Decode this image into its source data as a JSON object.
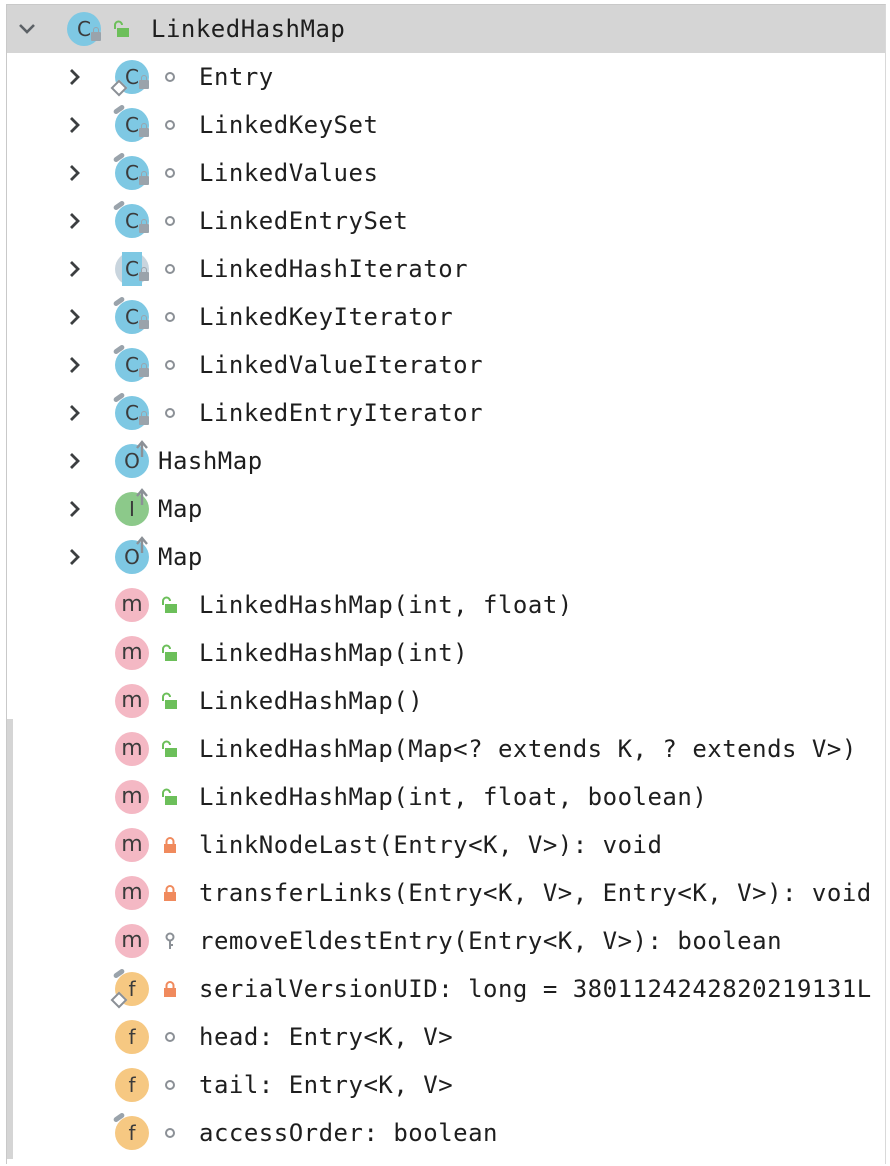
{
  "tree": {
    "root": {
      "label": "LinkedHashMap",
      "kind": "class",
      "letter": "C",
      "visibility": "public",
      "expanded": true
    },
    "rows": [
      {
        "label": "Entry",
        "kind": "class",
        "letter": "C",
        "visibility": "package",
        "expandable": true,
        "static": true
      },
      {
        "label": "LinkedKeySet",
        "kind": "class",
        "letter": "C",
        "visibility": "package",
        "expandable": true,
        "final": true
      },
      {
        "label": "LinkedValues",
        "kind": "class",
        "letter": "C",
        "visibility": "package",
        "expandable": true,
        "final": true
      },
      {
        "label": "LinkedEntrySet",
        "kind": "class",
        "letter": "C",
        "visibility": "package",
        "expandable": true,
        "final": true
      },
      {
        "label": "LinkedHashIterator",
        "kind": "abstract-class",
        "letter": "C",
        "visibility": "package",
        "expandable": true
      },
      {
        "label": "LinkedKeyIterator",
        "kind": "class",
        "letter": "C",
        "visibility": "package",
        "expandable": true,
        "final": true
      },
      {
        "label": "LinkedValueIterator",
        "kind": "class",
        "letter": "C",
        "visibility": "package",
        "expandable": true,
        "final": true
      },
      {
        "label": "LinkedEntryIterator",
        "kind": "class",
        "letter": "C",
        "visibility": "package",
        "expandable": true,
        "final": true
      },
      {
        "label": "HashMap",
        "kind": "inherited-class",
        "letter": "O",
        "visibility": "none",
        "expandable": true
      },
      {
        "label": "Map",
        "kind": "inherited-interface",
        "letter": "I",
        "visibility": "none",
        "expandable": true
      },
      {
        "label": "Map",
        "kind": "inherited-class",
        "letter": "O",
        "visibility": "none",
        "expandable": true
      },
      {
        "label": "LinkedHashMap(int, float)",
        "kind": "method",
        "letter": "m",
        "visibility": "public",
        "expandable": false
      },
      {
        "label": "LinkedHashMap(int)",
        "kind": "method",
        "letter": "m",
        "visibility": "public",
        "expandable": false
      },
      {
        "label": "LinkedHashMap()",
        "kind": "method",
        "letter": "m",
        "visibility": "public",
        "expandable": false
      },
      {
        "label": "LinkedHashMap(Map<? extends K, ? extends V>)",
        "kind": "method",
        "letter": "m",
        "visibility": "public",
        "expandable": false
      },
      {
        "label": "LinkedHashMap(int, float, boolean)",
        "kind": "method",
        "letter": "m",
        "visibility": "public",
        "expandable": false
      },
      {
        "label": "linkNodeLast(Entry<K, V>): void",
        "kind": "method",
        "letter": "m",
        "visibility": "private",
        "expandable": false
      },
      {
        "label": "transferLinks(Entry<K, V>, Entry<K, V>): void",
        "kind": "method",
        "letter": "m",
        "visibility": "private",
        "expandable": false
      },
      {
        "label": "removeEldestEntry(Entry<K, V>): boolean",
        "kind": "method",
        "letter": "m",
        "visibility": "protected",
        "expandable": false
      },
      {
        "label": "serialVersionUID: long = 3801124242820219131L",
        "kind": "field",
        "letter": "f",
        "visibility": "private",
        "expandable": false,
        "static": true,
        "final": true
      },
      {
        "label": "head: Entry<K, V>",
        "kind": "field",
        "letter": "f",
        "visibility": "package",
        "expandable": false
      },
      {
        "label": "tail: Entry<K, V>",
        "kind": "field",
        "letter": "f",
        "visibility": "package",
        "expandable": false
      },
      {
        "label": "accessOrder: boolean",
        "kind": "field",
        "letter": "f",
        "visibility": "package",
        "expandable": false,
        "final": true
      }
    ]
  },
  "colors": {
    "selected_row": "#d5d5d5",
    "class": "#7ec8e3",
    "interface": "#8cc98a",
    "method": "#f4b8c4",
    "field": "#f6c882",
    "public_lock": "#6cbf5a",
    "private_lock": "#f08a5d",
    "neutral": "#8b9096"
  },
  "icons": {
    "expand": "chevron-right-icon",
    "collapse": "chevron-down-icon",
    "public": "unlocked-lock-icon",
    "private": "lock-icon",
    "protected": "key-icon",
    "package": "circle-dot-icon"
  }
}
